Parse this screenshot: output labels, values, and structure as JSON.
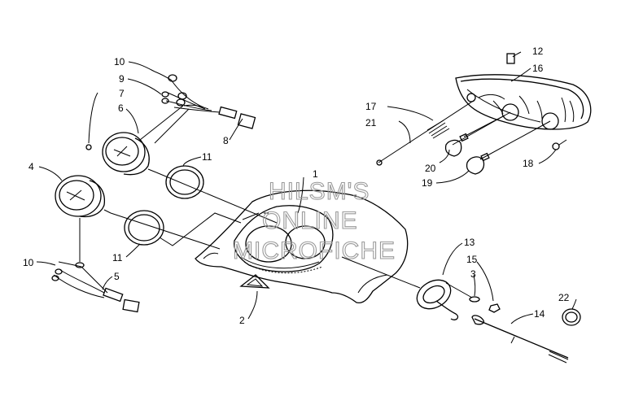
{
  "watermark": {
    "lines": [
      "HILSM'S",
      "ONLINE",
      "MICROFICHE"
    ],
    "color": "#9a9a9a"
  },
  "callouts": {
    "c1": "1",
    "c2": "2",
    "c3": "3",
    "c4": "4",
    "c5": "5",
    "c6": "6",
    "c7": "7",
    "c8": "8",
    "c9": "9",
    "c10a": "10",
    "c10b": "10",
    "c11a": "11",
    "c11b": "11",
    "c12": "12",
    "c13": "13",
    "c14": "14",
    "c15": "15",
    "c16": "16",
    "c17": "17",
    "c18": "18",
    "c19": "19",
    "c20": "20",
    "c21": "21",
    "c22": "22"
  }
}
